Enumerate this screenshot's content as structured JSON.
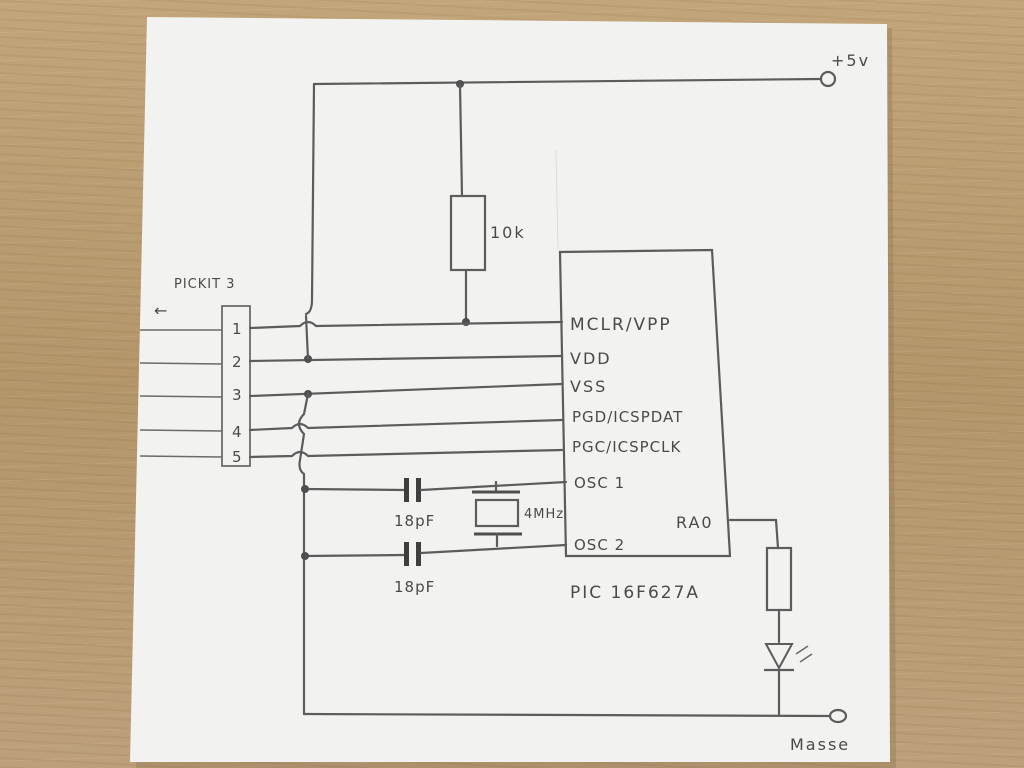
{
  "header": {
    "programmer_label": "PICKIT 3",
    "arrow_glyph": "←"
  },
  "supply": {
    "vplus_label": "+5v",
    "ground_label": "Masse"
  },
  "resistor_pullup": {
    "value_label": "10k"
  },
  "connector": {
    "pins": [
      "1",
      "2",
      "3",
      "4",
      "5"
    ]
  },
  "chip": {
    "part_label": "PIC 16F627A",
    "pins": {
      "mclr": "MCLR/VPP",
      "vdd": "VDD",
      "vss": "VSS",
      "pgd": "PGD/ICSPDAT",
      "pgc": "PGC/ICSPCLK",
      "osc1": "OSC 1",
      "osc2": "OSC 2",
      "ra0": "RA0"
    }
  },
  "oscillator": {
    "cap1_label": "18pF",
    "cap2_label": "18pF",
    "crystal_label": "4MHz"
  },
  "colors": {
    "paper": "#f1f1f1",
    "pencil": "#5c5c5c",
    "table": "#b89a6e"
  }
}
